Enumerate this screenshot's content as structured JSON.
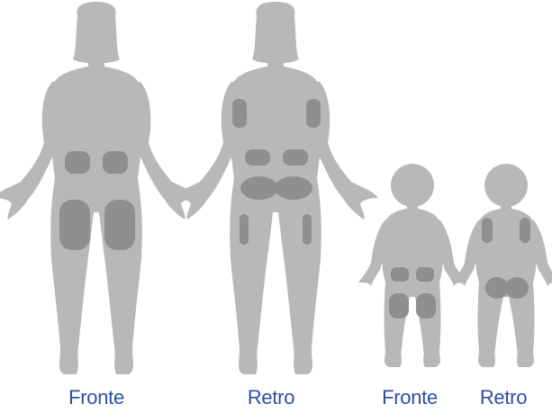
{
  "colors": {
    "body": "#b8b8b8",
    "injection_zone": "#8f8f8f",
    "label": "#2d4fa3"
  },
  "figures": [
    {
      "id": "adult-front",
      "label": "Fronte",
      "zones": [
        "abdomen-left",
        "abdomen-right",
        "thigh-left",
        "thigh-right"
      ]
    },
    {
      "id": "adult-back",
      "label": "Retro",
      "zones": [
        "upper-arm-left",
        "upper-arm-right",
        "waist-left",
        "waist-right",
        "buttock-left",
        "buttock-right",
        "outer-thigh-left",
        "outer-thigh-right"
      ]
    },
    {
      "id": "child-front",
      "label": "Fronte",
      "zones": [
        "abdomen-left",
        "abdomen-right",
        "thigh-left",
        "thigh-right"
      ]
    },
    {
      "id": "child-back",
      "label": "Retro",
      "zones": [
        "upper-arm-left",
        "upper-arm-right",
        "buttock-left",
        "buttock-right"
      ]
    }
  ]
}
